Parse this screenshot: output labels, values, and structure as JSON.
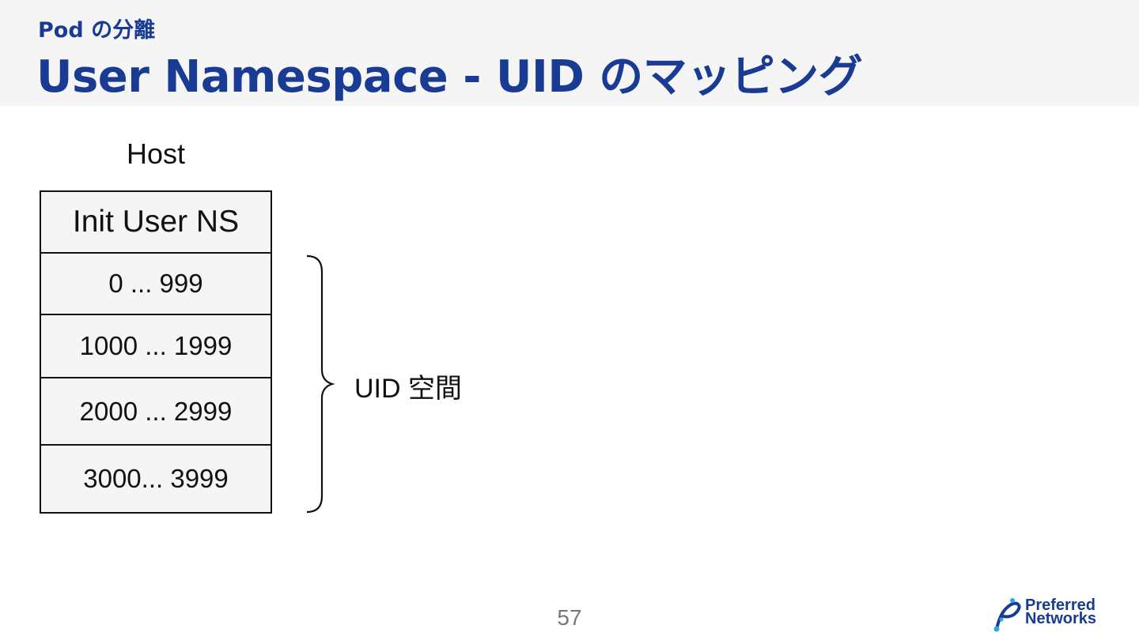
{
  "header": {
    "subtitle": "Pod の分離",
    "title": "User Namespace - UID のマッピング"
  },
  "diagram": {
    "host_label": "Host",
    "namespace_header": "Init User NS",
    "uid_ranges": [
      "0 ... 999",
      "1000 ... 1999",
      "2000 ... 2999",
      "3000... 3999"
    ],
    "brace_label": "UID 空間"
  },
  "footer": {
    "page_number": "57",
    "logo_line1": "Preferred",
    "logo_line2": "Networks"
  },
  "colors": {
    "title": "#1a3b94",
    "header_bg": "#f5f5f5",
    "cell_bg": "#f5f5f5"
  }
}
